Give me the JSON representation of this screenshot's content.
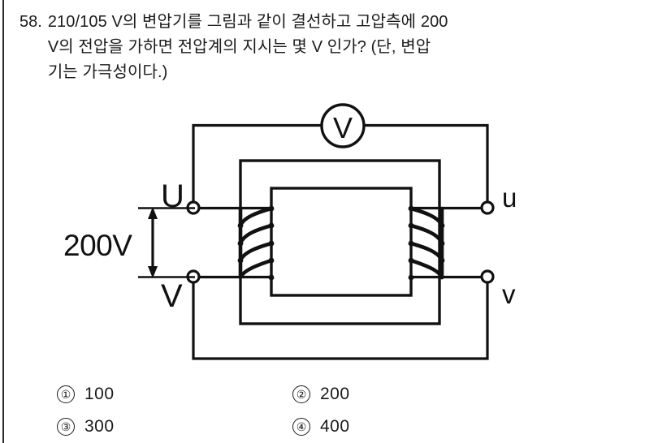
{
  "question": {
    "number": "58.",
    "lines": [
      "210/105 V의 변압기를 그림과 같이 결선하고 고압측에 200",
      "V의 전압을 가하면 전압계의 지시는 몇 V 인가? (단, 변압",
      "기는 가극성이다.)"
    ]
  },
  "diagram": {
    "meter_label": "V",
    "source_label": "200V",
    "terminal_primary_top": "U",
    "terminal_primary_bottom": "V",
    "terminal_secondary_top": "u",
    "terminal_secondary_bottom": "v"
  },
  "answers": [
    {
      "marker": "①",
      "text": "100"
    },
    {
      "marker": "②",
      "text": "200"
    },
    {
      "marker": "③",
      "text": "300"
    },
    {
      "marker": "④",
      "text": "400"
    }
  ]
}
